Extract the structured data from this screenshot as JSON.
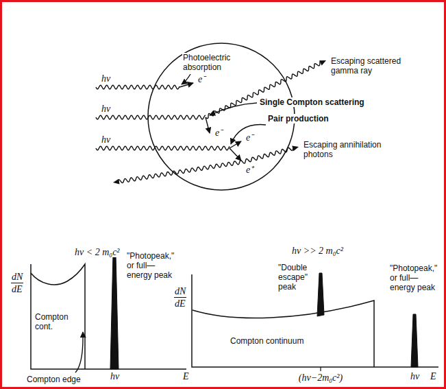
{
  "diagram": {
    "labels": [
      "Photoelectric absorption",
      "hν",
      "e⁻",
      "Escaping scattered gamma ray",
      "Single Compton scattering",
      "hν",
      "e⁻",
      "Pair production",
      "hν",
      "e⁻",
      "e⁺",
      "Escaping annihilation photons",
      "hν < 2 m₀c²",
      "dN",
      "dE",
      "\"Photopeak,\" or full—energy peak",
      "Compton cont.",
      "Compton edge",
      "hν",
      "E",
      "hν >> 2 m₀c²",
      "dN",
      "dE",
      "\"Double escape\" peak",
      "\"Photopeak,\" or full—energy peak",
      "Compton continuum",
      "(hν−2m₀c²)",
      "hν",
      "E"
    ]
  }
}
